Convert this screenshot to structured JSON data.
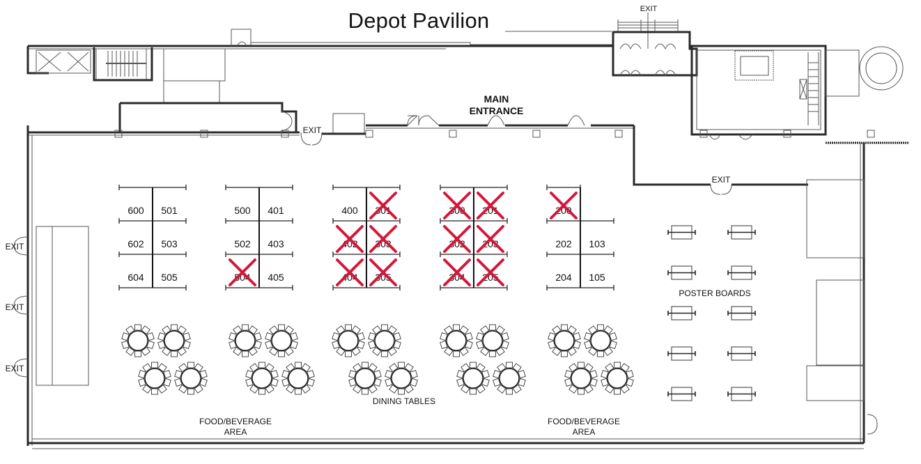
{
  "title": "Depot Pavilion",
  "labels": {
    "main_entrance_line1": "MAIN",
    "main_entrance_line2": "ENTRANCE",
    "exit_top": "EXIT",
    "exit_north": "EXIT",
    "exit_east": "EXIT",
    "exit_west_1": "EXIT",
    "exit_west_2": "EXIT",
    "exit_west_3": "EXIT",
    "poster_boards": "POSTER BOARDS",
    "dining_tables": "DINING TABLES",
    "food_left_line1": "FOOD/BEVERAGE",
    "food_left_line2": "AREA",
    "food_right_line1": "FOOD/BEVERAGE",
    "food_right_line2": "AREA"
  },
  "colors": {
    "taken_mark": "#d4173a",
    "wall": "#333333"
  },
  "booth_blocks": [
    {
      "rows": [
        [
          {
            "num": "600",
            "taken": false
          },
          {
            "num": "501",
            "taken": false
          }
        ],
        [
          {
            "num": "602",
            "taken": false
          },
          {
            "num": "503",
            "taken": false
          }
        ],
        [
          {
            "num": "604",
            "taken": false
          },
          {
            "num": "505",
            "taken": false
          }
        ]
      ]
    },
    {
      "rows": [
        [
          {
            "num": "500",
            "taken": false
          },
          {
            "num": "401",
            "taken": false
          }
        ],
        [
          {
            "num": "502",
            "taken": false
          },
          {
            "num": "403",
            "taken": false
          }
        ],
        [
          {
            "num": "504",
            "taken": true
          },
          {
            "num": "405",
            "taken": false
          }
        ]
      ]
    },
    {
      "rows": [
        [
          {
            "num": "400",
            "taken": false
          },
          {
            "num": "301",
            "taken": true
          }
        ],
        [
          {
            "num": "402",
            "taken": true
          },
          {
            "num": "303",
            "taken": true
          }
        ],
        [
          {
            "num": "404",
            "taken": true
          },
          {
            "num": "305",
            "taken": true
          }
        ]
      ]
    },
    {
      "rows": [
        [
          {
            "num": "300",
            "taken": true
          },
          {
            "num": "201",
            "taken": true
          }
        ],
        [
          {
            "num": "302",
            "taken": true
          },
          {
            "num": "203",
            "taken": true
          }
        ],
        [
          {
            "num": "304",
            "taken": true
          },
          {
            "num": "205",
            "taken": true
          }
        ]
      ]
    },
    {
      "rows": [
        [
          {
            "num": "200",
            "taken": true
          },
          null
        ],
        [
          {
            "num": "202",
            "taken": false
          },
          {
            "num": "103",
            "taken": false
          }
        ],
        [
          {
            "num": "204",
            "taken": false
          },
          {
            "num": "105",
            "taken": false
          }
        ]
      ]
    }
  ],
  "dining": {
    "groups": 5,
    "tables_per_group": 4,
    "chairs_per_table": 10
  },
  "poster_boards": {
    "columns": 2,
    "rows": 5
  }
}
